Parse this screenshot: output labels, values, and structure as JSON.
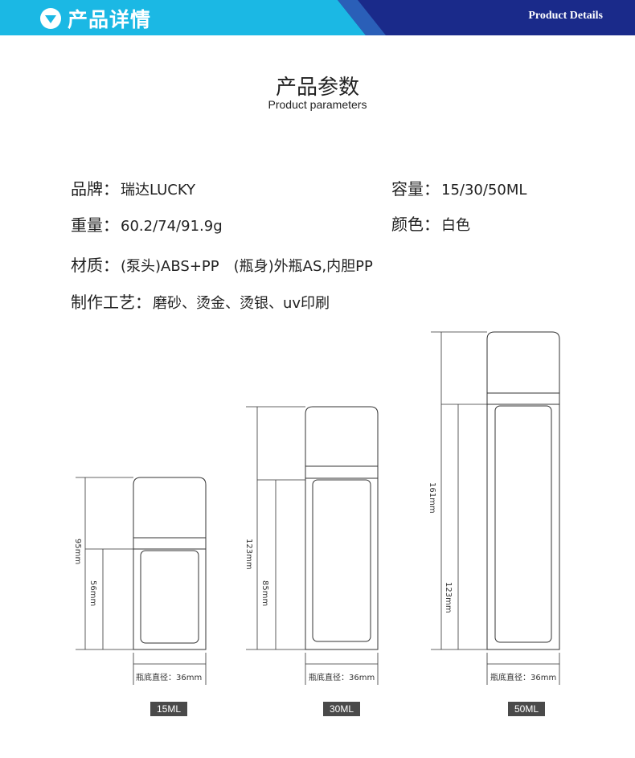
{
  "banner": {
    "title": "产品详情",
    "subtitle_en": "Product Details",
    "icon": "chevron-down-circle-icon",
    "colors": {
      "cyan": "#1bb8e4",
      "navy": "#1a2a8a"
    }
  },
  "section": {
    "title_cn": "产品参数",
    "title_en": "Product parameters"
  },
  "params": {
    "brand_label": "品牌：",
    "brand_value": "瑞达LUCKY",
    "capacity_label": "容量：",
    "capacity_value": "15/30/50ML",
    "weight_label": "重量：",
    "weight_value": "60.2/74/91.9g",
    "color_label": "颜色：",
    "color_value": "白色",
    "material_label": "材质：",
    "material_value": "(泵头)ABS+PP　(瓶身)外瓶AS,内胆PP",
    "craft_label": "制作工艺：",
    "craft_value": "磨砂、烫金、烫银、uv印刷"
  },
  "bottles": [
    {
      "label": "15ML",
      "total_height": "95mm",
      "body_height": "56mm",
      "diameter": "瓶底直径：36mm"
    },
    {
      "label": "30ML",
      "total_height": "123mm",
      "body_height": "85mm",
      "diameter": "瓶底直径：36mm"
    },
    {
      "label": "50ML",
      "total_height": "161mm",
      "body_height": "123mm",
      "diameter": "瓶底直径：36mm"
    }
  ]
}
